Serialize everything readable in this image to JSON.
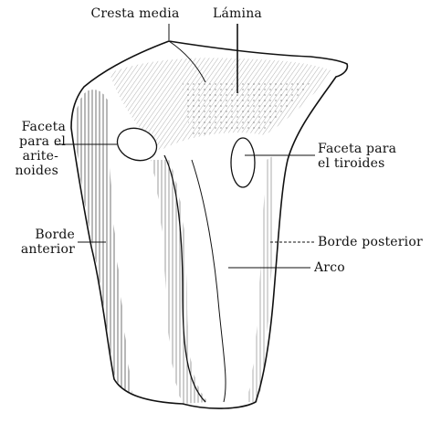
{
  "figure": {
    "labels": {
      "cresta_media": "Cresta media",
      "lamina": "Lámina",
      "faceta_aritenoides_1": "Faceta",
      "faceta_aritenoides_2": "para el",
      "faceta_aritenoides_3": "arite-",
      "faceta_aritenoides_4": "noides",
      "faceta_tiroides_1": "Faceta para",
      "faceta_tiroides_2": "el tiroides",
      "borde_anterior_1": "Borde",
      "borde_anterior_2": "anterior",
      "borde_posterior": "Borde posterior",
      "arco": "Arco"
    },
    "colors": {
      "ink": "#111111",
      "paper": "#ffffff"
    }
  }
}
